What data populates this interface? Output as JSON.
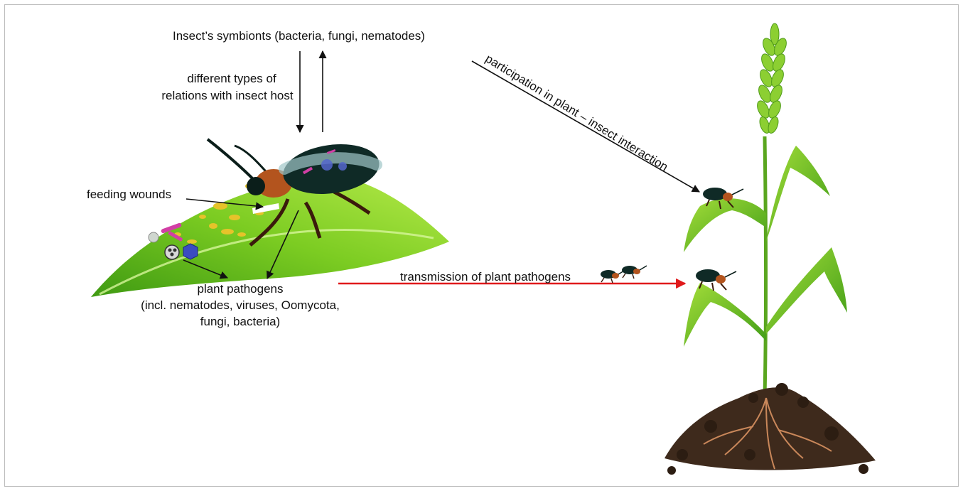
{
  "labels": {
    "symbionts": "Insect’s symbionts (bacteria, fungi, nematodes)",
    "relations_line1": "different types of",
    "relations_line2": "relations with insect host",
    "feeding_wounds": "feeding wounds",
    "pathogens_line1": "plant pathogens",
    "pathogens_line2": "(incl. nematodes, viruses, Oomycota,",
    "pathogens_line3": "fungi, bacteria)",
    "transmission": "transmission of plant pathogens",
    "participation": "participation in plant – insect interaction"
  },
  "colors": {
    "leaf_green": "#6cc21c",
    "leaf_light": "#a6e23c",
    "beetle_body": "#0f2a26",
    "beetle_thorax": "#b3541e",
    "soil": "#3e2a1c",
    "root": "#c9875a",
    "transmission_arrow": "#e0191b",
    "text": "#111111"
  },
  "icons": [
    "beetle-icon",
    "leaf-icon",
    "wheat-plant-icon",
    "soil-mound-icon",
    "virus-icon"
  ]
}
